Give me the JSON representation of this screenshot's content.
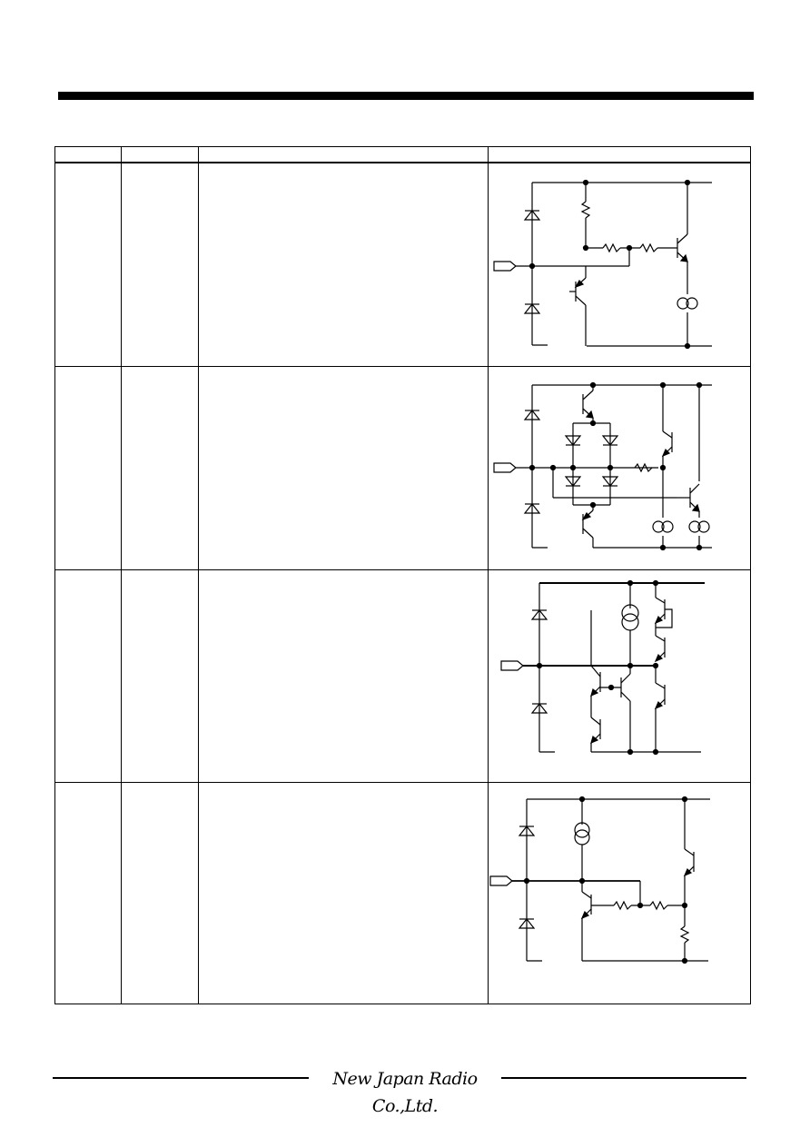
{
  "document": {
    "header_rule": "top-black-rule",
    "table": {
      "columns": [
        "",
        "",
        "",
        ""
      ],
      "rows": [
        {
          "pin": "",
          "symbol": "",
          "description": "",
          "schematic": "input-diode-clamp-emitter-follower"
        },
        {
          "pin": "",
          "symbol": "",
          "description": "",
          "schematic": "diode-bridge-buffer-output"
        },
        {
          "pin": "",
          "symbol": "",
          "description": "",
          "schematic": "darlington-totem-pole-output"
        },
        {
          "pin": "",
          "symbol": "",
          "description": "",
          "schematic": "current-source-resistor-divider-output"
        }
      ]
    },
    "footer": {
      "company_logo_text": "New Japan Radio Co.,Ltd."
    }
  }
}
